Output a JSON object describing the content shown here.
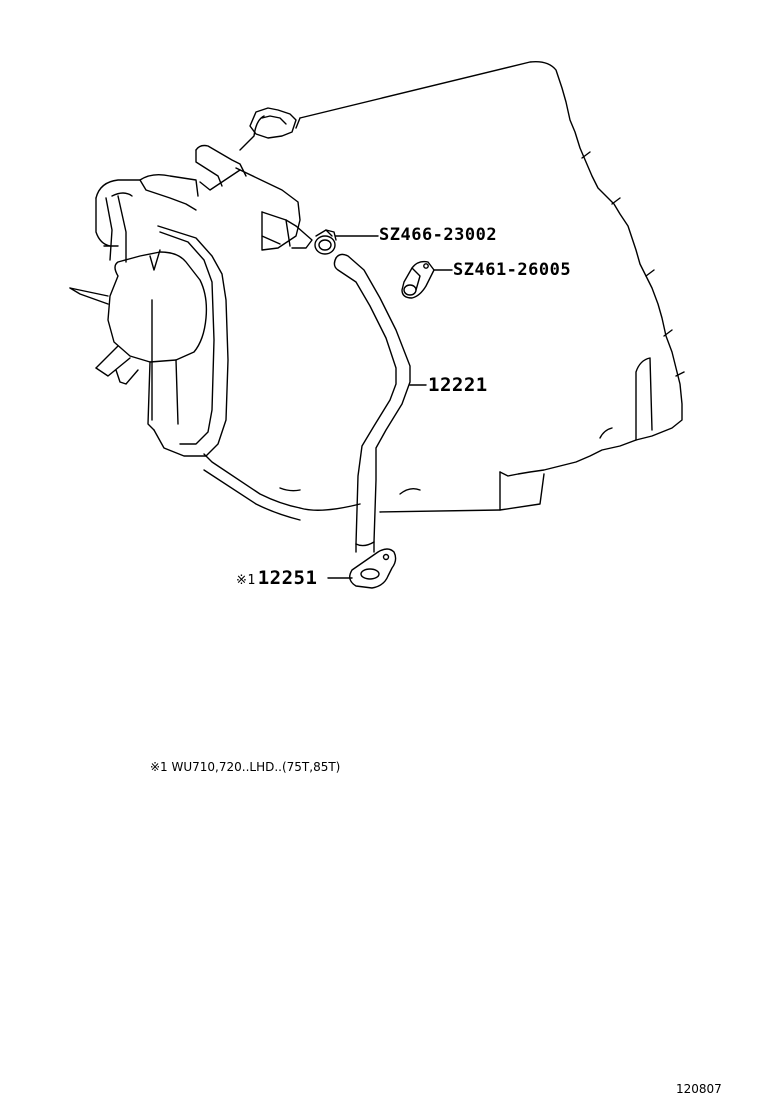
{
  "callouts": {
    "clamp": "SZ466-23002",
    "clip": "SZ461-26005",
    "hose": "12221",
    "bracket_mark": "※1",
    "bracket": "12251"
  },
  "note": "※1 WU710,720..LHD..(75T,85T)",
  "drawing_id": "120807"
}
